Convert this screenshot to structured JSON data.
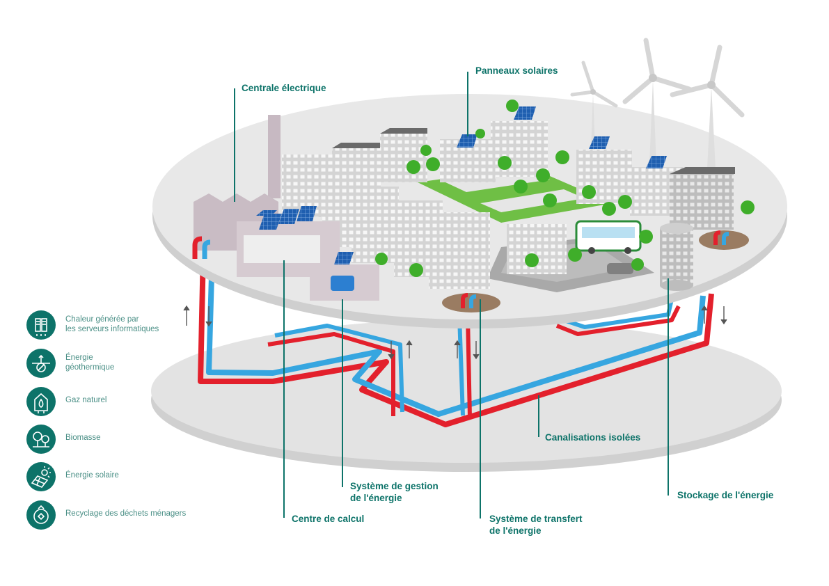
{
  "callouts": {
    "power_plant": "Centrale électrique",
    "solar_panels": "Panneaux solaires",
    "insulated_pipes": "Canalisations isolées",
    "energy_management": [
      "Système de gestion",
      "de l'énergie"
    ],
    "data_center": "Centre de calcul",
    "energy_transfer": [
      "Système de transfert",
      "de l'énergie"
    ],
    "energy_storage": "Stockage de l'énergie"
  },
  "legend": [
    {
      "icon": "server-heat-icon",
      "label": [
        "Chaleur générée par",
        "les serveurs informatiques"
      ]
    },
    {
      "icon": "geothermal-icon",
      "label": [
        "Énergie",
        "géothermique"
      ]
    },
    {
      "icon": "natural-gas-icon",
      "label": [
        "Gaz naturel"
      ]
    },
    {
      "icon": "biomass-icon",
      "label": [
        "Biomasse"
      ]
    },
    {
      "icon": "solar-energy-icon",
      "label": [
        "Énergie solaire"
      ]
    },
    {
      "icon": "waste-recycling-icon",
      "label": [
        "Recyclage des déchets ménagers"
      ]
    }
  ],
  "colors": {
    "accent": "#0d7369",
    "hot_pipe": "#e3202c",
    "cold_pipe": "#36a6e0",
    "disk": "#e6e6e6",
    "building": "#d9d9d9",
    "tree": "#3fae2a",
    "solar": "#1f5fb0"
  }
}
